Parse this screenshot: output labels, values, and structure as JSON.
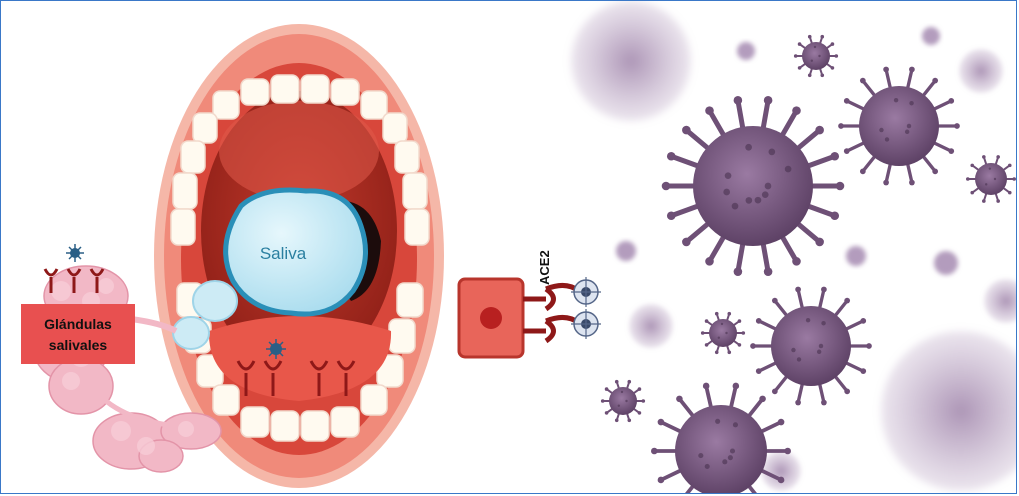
{
  "labels": {
    "saliva": "Saliva",
    "glands_line1": "Glándulas",
    "glands_line2": "salivales",
    "receptor": "ACE2"
  },
  "colors": {
    "frame_border": "#3a78c8",
    "label_box": "#e85050",
    "saliva_fill": "#bfe6f3",
    "saliva_text": "#2a7fa0",
    "lips": "#f08a7a",
    "virus": "#7a5a80",
    "receptor": "#a02020"
  },
  "icons": [
    "virus-icon",
    "ace2-receptor-icon",
    "cell-icon",
    "salivary-gland-icon"
  ]
}
